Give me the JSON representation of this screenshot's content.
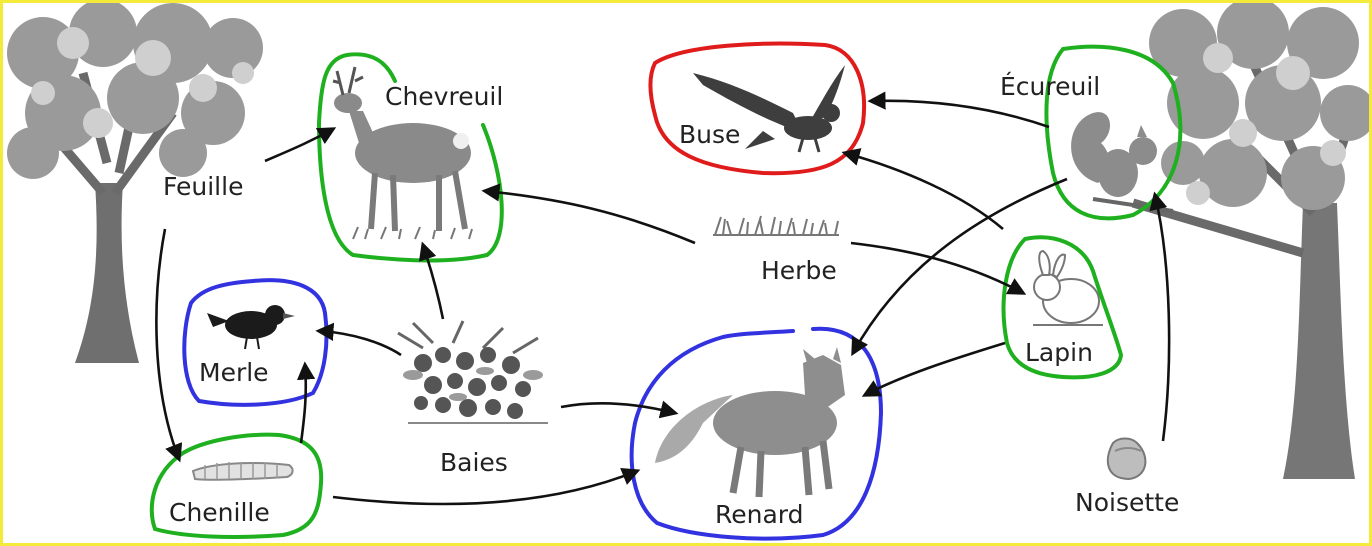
{
  "title": "",
  "colors": {
    "producer_ring": "#1fb01f",
    "secondary_ring": "#3232e0",
    "top_ring": "#e01b1b",
    "arrow": "#111111",
    "frame": "#f3ea3a"
  },
  "nodes": {
    "feuille": "Feuille",
    "chevreuil": "Chevreuil",
    "buse": "Buse",
    "ecureuil": "Écureuil",
    "herbe": "Herbe",
    "lapin": "Lapin",
    "merle": "Merle",
    "baies": "Baies",
    "renard": "Renard",
    "chenille": "Chenille",
    "noisette": "Noisette"
  },
  "links": [
    {
      "from": "Feuille",
      "to": "Chevreuil"
    },
    {
      "from": "Feuille",
      "to": "Chenille"
    },
    {
      "from": "Herbe",
      "to": "Chevreuil"
    },
    {
      "from": "Herbe",
      "to": "Lapin"
    },
    {
      "from": "Baies",
      "to": "Chevreuil"
    },
    {
      "from": "Baies",
      "to": "Merle"
    },
    {
      "from": "Baies",
      "to": "Renard"
    },
    {
      "from": "Chenille",
      "to": "Merle"
    },
    {
      "from": "Chenille",
      "to": "Renard"
    },
    {
      "from": "Lapin",
      "to": "Renard"
    },
    {
      "from": "Lapin",
      "to": "Buse"
    },
    {
      "from": "Écureuil",
      "to": "Buse"
    },
    {
      "from": "Écureuil",
      "to": "Renard"
    },
    {
      "from": "Noisette",
      "to": "Écureuil"
    }
  ]
}
